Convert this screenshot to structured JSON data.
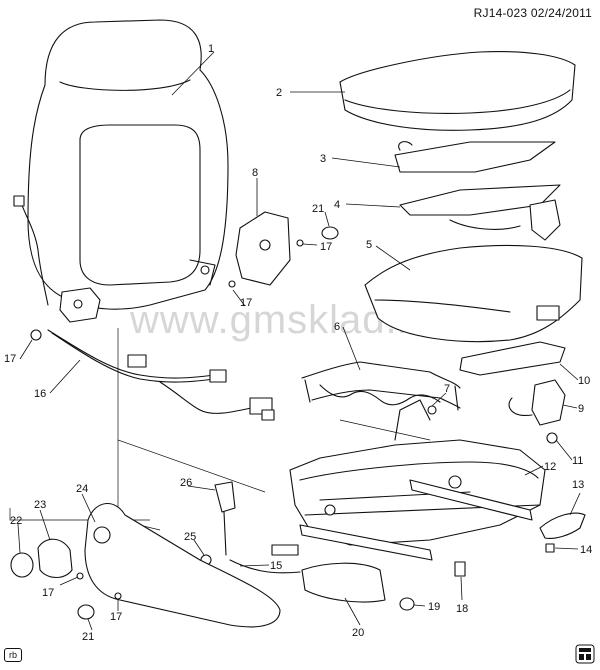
{
  "header": {
    "ref": "RJ14-023",
    "date": "02/24/2011"
  },
  "watermark": "www.gmsklad.ru",
  "footer_tag": "rb",
  "callouts": [
    {
      "id": "c1",
      "label": "1"
    },
    {
      "id": "c2",
      "label": "2"
    },
    {
      "id": "c3",
      "label": "3"
    },
    {
      "id": "c4",
      "label": "4"
    },
    {
      "id": "c5",
      "label": "5"
    },
    {
      "id": "c6",
      "label": "6"
    },
    {
      "id": "c7",
      "label": "7"
    },
    {
      "id": "c8",
      "label": "8"
    },
    {
      "id": "c9",
      "label": "9"
    },
    {
      "id": "c10",
      "label": "10"
    },
    {
      "id": "c11",
      "label": "11"
    },
    {
      "id": "c12",
      "label": "12"
    },
    {
      "id": "c13",
      "label": "13"
    },
    {
      "id": "c14",
      "label": "14"
    },
    {
      "id": "c15",
      "label": "15"
    },
    {
      "id": "c16",
      "label": "16"
    },
    {
      "id": "c17a",
      "label": "17"
    },
    {
      "id": "c17b",
      "label": "17"
    },
    {
      "id": "c17c",
      "label": "17"
    },
    {
      "id": "c17d",
      "label": "17"
    },
    {
      "id": "c17e",
      "label": "17"
    },
    {
      "id": "c18",
      "label": "18"
    },
    {
      "id": "c19",
      "label": "19"
    },
    {
      "id": "c20",
      "label": "20"
    },
    {
      "id": "c21a",
      "label": "21"
    },
    {
      "id": "c21b",
      "label": "21"
    },
    {
      "id": "c22",
      "label": "22"
    },
    {
      "id": "c23",
      "label": "23"
    },
    {
      "id": "c24",
      "label": "24"
    },
    {
      "id": "c25",
      "label": "25"
    },
    {
      "id": "c26",
      "label": "26"
    }
  ]
}
